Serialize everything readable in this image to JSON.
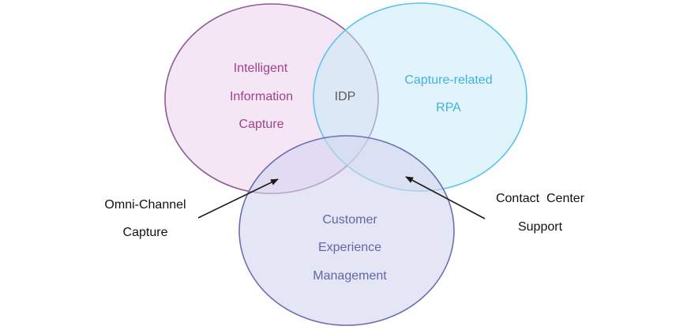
{
  "circles": {
    "intelligent_capture": {
      "lines": [
        "Intelligent",
        "Information",
        "Capture"
      ],
      "fill": "#f3e5f3",
      "stroke": "#8e5a93",
      "text_color": "#a0418e"
    },
    "capture_rpa": {
      "lines": [
        "Capture-related",
        "RPA"
      ],
      "fill": "#ddf1fb",
      "stroke": "#5ec3ec",
      "text_color": "#3fb3df"
    },
    "cem": {
      "lines": [
        "Customer",
        "Experience",
        "Management"
      ],
      "fill": "#e2e4f3",
      "stroke": "#6a6fb0",
      "text_color": "#6166a8"
    }
  },
  "overlap": {
    "label": "IDP"
  },
  "callouts": {
    "omni_channel": {
      "lines": [
        "Omni-Channel",
        "Capture"
      ]
    },
    "contact_center": {
      "lines": [
        "Contact  Center",
        "Support"
      ]
    }
  }
}
